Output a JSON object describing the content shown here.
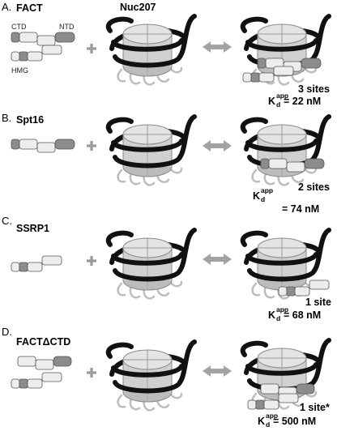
{
  "header": {
    "nucleosome_label": "Nuc207"
  },
  "labels": {
    "ctd": "CTD",
    "ntd": "NTD",
    "hmg": "HMG"
  },
  "colors": {
    "dna": "#111111",
    "histone": "#d0d0d0",
    "domain_light": "#ededed",
    "domain_dark": "#8c8c8c",
    "arrow": "#a3a3a3",
    "plus": "#9a9a9a"
  },
  "panels": [
    {
      "letter": "A.",
      "name": "FACT",
      "sites": "3 sites",
      "kd_prefix": "K",
      "kd_sub": "d",
      "kd_sup": "app",
      "kd_value": "= 22 nM"
    },
    {
      "letter": "B.",
      "name": "Spt16",
      "sites": "2 sites",
      "kd_prefix": "K",
      "kd_sub": "d",
      "kd_sup": "app",
      "kd_value": "= 74 nM"
    },
    {
      "letter": "C.",
      "name": "SSRP1",
      "sites": "1 site",
      "kd_prefix": "K",
      "kd_sub": "d",
      "kd_sup": "app",
      "kd_value": "= 68 nM"
    },
    {
      "letter": "D.",
      "name": "FACTΔCTD",
      "sites": "1 site*",
      "kd_prefix": "K",
      "kd_sub": "d",
      "kd_sup": "app",
      "kd_value": "= 500 nM"
    }
  ]
}
